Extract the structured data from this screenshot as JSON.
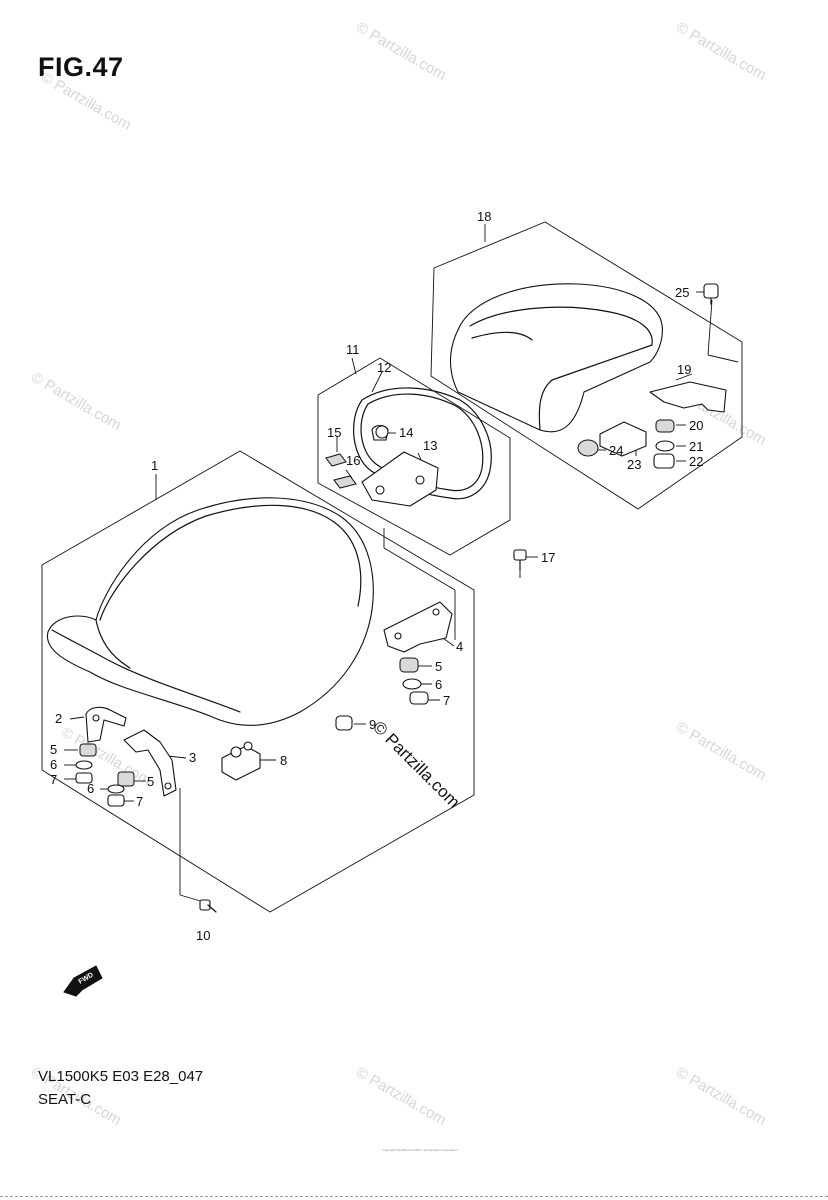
{
  "figure": {
    "title": "FIG.47",
    "model_code": "VL1500K5 E03 E28_047",
    "section_name": "SEAT-C",
    "copyright": "Copyright Partzilla.com 2024 / Suzuki Motor Corporation"
  },
  "watermark": {
    "text": "© Partzilla.com",
    "center_text": "© Partzilla.com"
  },
  "fwd_arrow": {
    "label": "FWD"
  },
  "callouts": {
    "c1": "1",
    "c2": "2",
    "c3": "3",
    "c4": "4",
    "c5a": "5",
    "c5b": "5",
    "c5c": "5",
    "c6a": "6",
    "c6b": "6",
    "c6c": "6",
    "c7a": "7",
    "c7b": "7",
    "c7c": "7",
    "c8": "8",
    "c9": "9",
    "c10": "10",
    "c11": "11",
    "c12": "12",
    "c13": "13",
    "c14": "14",
    "c15": "15",
    "c16": "16",
    "c17": "17",
    "c18": "18",
    "c19": "19",
    "c20": "20",
    "c21": "21",
    "c22": "22",
    "c23": "23",
    "c24": "24",
    "c25": "25"
  }
}
